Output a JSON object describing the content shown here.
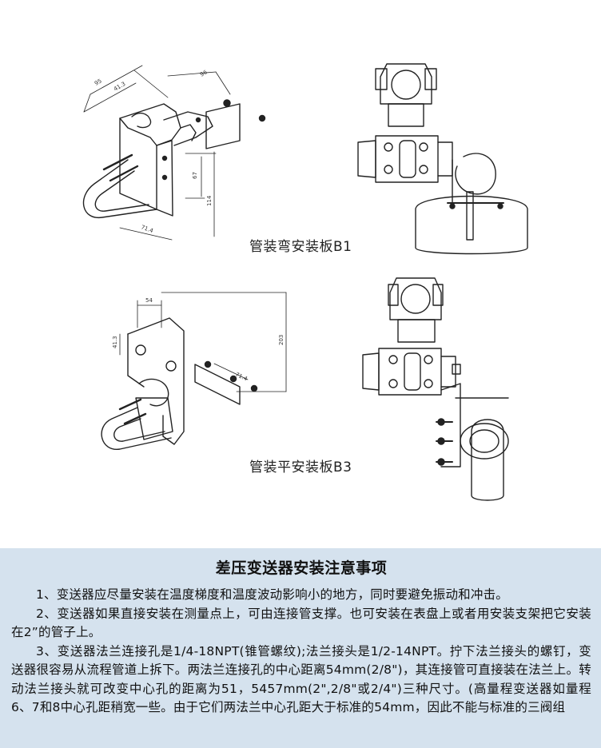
{
  "figures": [
    {
      "caption": "管装弯安装板B1",
      "dimensions": [
        "95",
        "41.3",
        "96",
        "67",
        "114",
        "71.4"
      ]
    },
    {
      "caption": "管装平安装板B3",
      "dimensions": [
        "54",
        "41.3",
        "203",
        "71.4"
      ]
    }
  ],
  "notes": {
    "title": "差压变送器安装注意事项",
    "paragraphs": [
      "1、变送器应尽量安装在温度梯度和温度波动影响小的地方，同时要避免振动和冲击。",
      "2、变送器如果直接安装在测量点上，可由连接管支撑。也可安装在表盘上或者用安装支架把它安装在2”的管子上。",
      "3、变送器法兰连接孔是1/4-18NPT(锥管螺纹);法兰接头是1/2-14NPT。拧下法兰接头的螺钉，变送器很容易从流程管道上拆下。两法兰连接孔的中心距离54mm(2/8\")，其连接管可直接装在法兰上。转动法兰接头就可改变中心孔的距离为51，5457mm(2\",2/8\"或2/4\")三种尺寸。(高量程变送器如量程6、7和8中心孔距稍宽一些。由于它们两法兰中心孔距大于标准的54mm，因此不能与标准的三阀组"
    ]
  }
}
